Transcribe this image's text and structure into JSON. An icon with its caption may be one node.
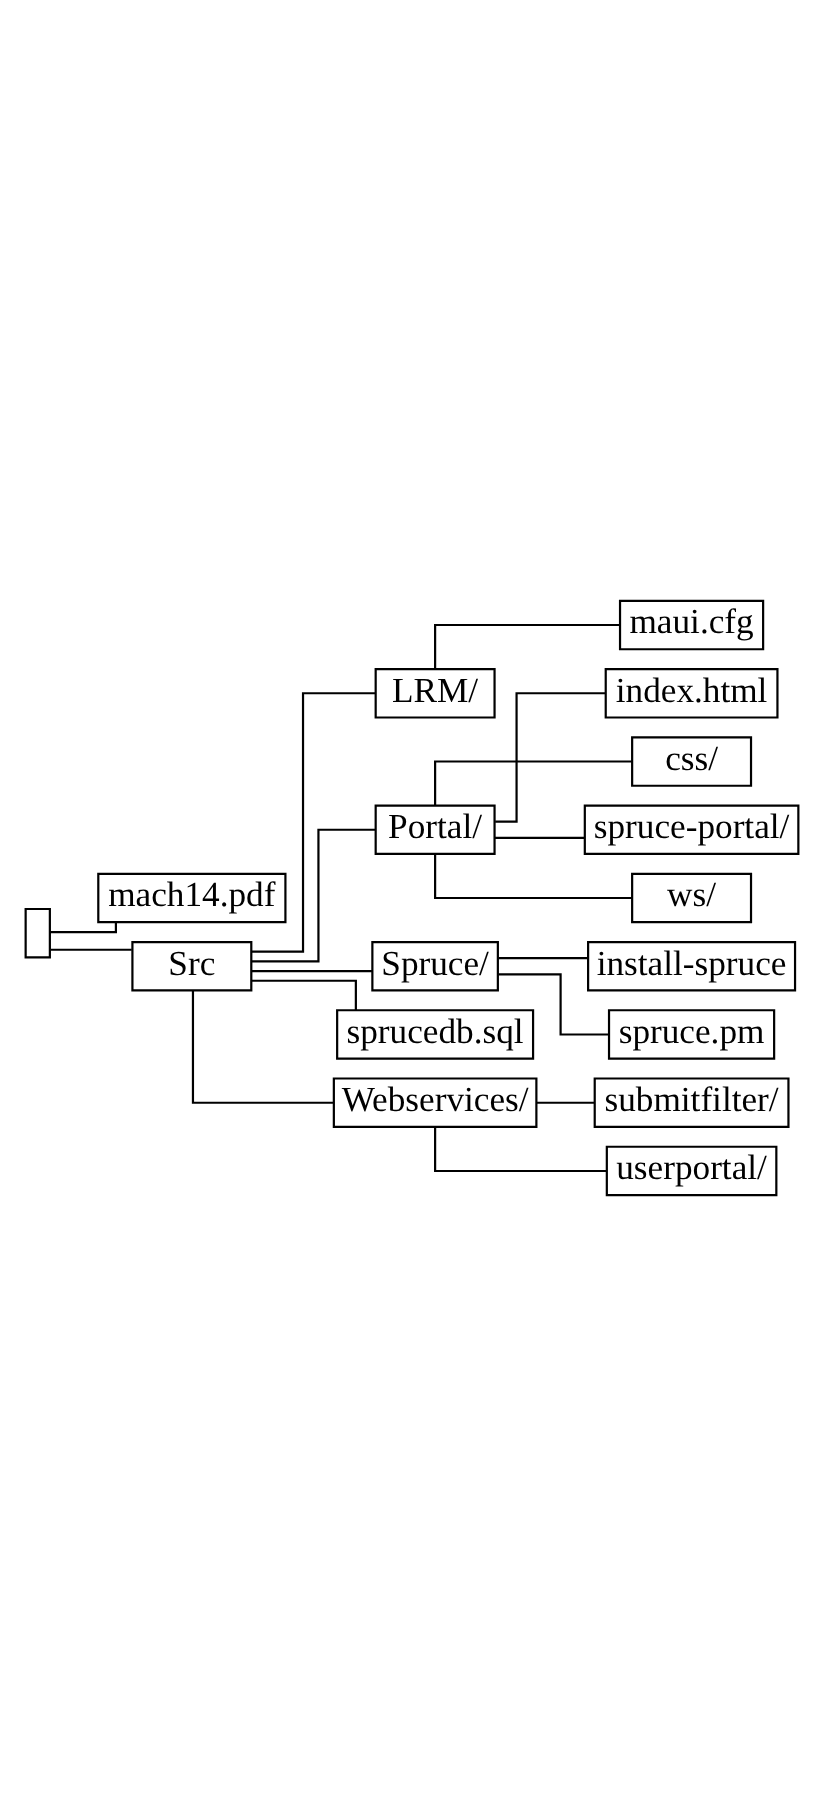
{
  "diagram": {
    "nodes": [
      {
        "text": [],
        "shape": "box"
      },
      {
        "text": [
          "mach14.pdf"
        ]
      },
      {
        "text": [
          "Src"
        ]
      },
      {
        "text": [
          "LRM/"
        ]
      },
      {
        "text": [
          "maui.cfg"
        ]
      },
      {
        "text": [
          "Portal/"
        ]
      },
      {
        "text": [
          "index.html"
        ]
      },
      {
        "text": [
          "css/"
        ]
      },
      {
        "text": [
          "spruce-portal/"
        ]
      },
      {
        "text": [
          "ws/"
        ]
      },
      {
        "text": [
          "Spruce/"
        ]
      },
      {
        "text": [
          "install-spruce"
        ]
      },
      {
        "text": [
          "spruce.pm"
        ]
      },
      {
        "text": [
          "sprucedb.sql"
        ]
      },
      {
        "text": [
          "Webservices/"
        ]
      },
      {
        "text": [
          "submitfilter/"
        ]
      },
      {
        "text": [
          "userportal/"
        ]
      }
    ],
    "edges": [
      {
        "from": 0,
        "to": 1,
        "arrow": "none"
      },
      {
        "from": 0,
        "to": 2,
        "arrow": "none"
      },
      {
        "from": 2,
        "to": 3,
        "arrow": "none"
      },
      {
        "from": 3,
        "to": 4,
        "arrow": "none"
      },
      {
        "from": 2,
        "to": 5,
        "arrow": "none"
      },
      {
        "from": 5,
        "to": 6,
        "arrow": "none"
      },
      {
        "from": 5,
        "to": 7,
        "arrow": "none"
      },
      {
        "from": 5,
        "to": 8,
        "arrow": "none"
      },
      {
        "from": 5,
        "to": 9,
        "arrow": "none"
      },
      {
        "from": 2,
        "to": 10,
        "arrow": "none"
      },
      {
        "from": 10,
        "to": 11,
        "arrow": "none"
      },
      {
        "from": 10,
        "to": 12,
        "arrow": "none"
      },
      {
        "from": 2,
        "to": 13,
        "arrow": "none"
      },
      {
        "from": 2,
        "to": 14,
        "arrow": "none"
      },
      {
        "from": 14,
        "to": 15,
        "arrow": "none"
      },
      {
        "from": 14,
        "to": 16,
        "arrow": "none"
      }
    ]
  }
}
